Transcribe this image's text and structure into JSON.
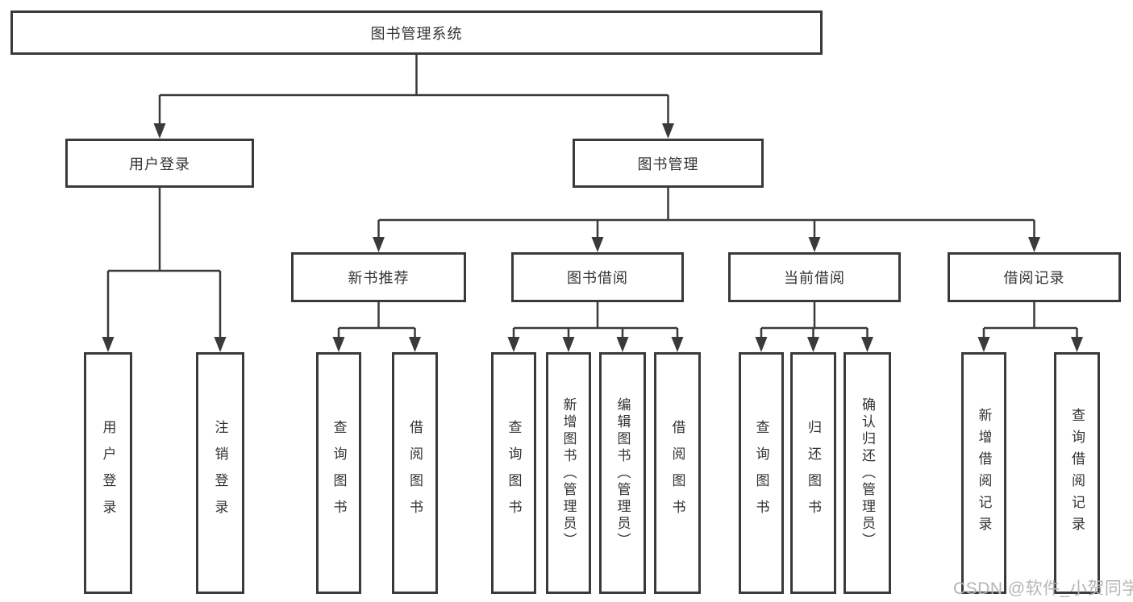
{
  "tree": {
    "label": "图书管理系统",
    "children": [
      {
        "label": "用户登录",
        "children": [
          {
            "label": "用户登录"
          },
          {
            "label": "注销登录"
          }
        ]
      },
      {
        "label": "图书管理",
        "children": [
          {
            "label": "新书推荐",
            "children": [
              {
                "label": "查询图书"
              },
              {
                "label": "借阅图书"
              }
            ]
          },
          {
            "label": "图书借阅",
            "children": [
              {
                "label": "查询图书"
              },
              {
                "label": "新增图书（管理员）"
              },
              {
                "label": "编辑图书（管理员）"
              },
              {
                "label": "借阅图书"
              }
            ]
          },
          {
            "label": "当前借阅",
            "children": [
              {
                "label": "查询图书"
              },
              {
                "label": "归还图书"
              },
              {
                "label": "确认归还（管理员）"
              }
            ]
          },
          {
            "label": "借阅记录",
            "children": [
              {
                "label": "新增借阅记录"
              },
              {
                "label": "查询借阅记录"
              }
            ]
          }
        ]
      }
    ]
  },
  "watermark": {
    "text": "CSDN @软件_小贺同学"
  },
  "colors": {
    "line": "#3a3a3a",
    "box_border": "#3a3a3a",
    "text": "#333333",
    "watermark": "#b5b5b5",
    "background": "#ffffff"
  }
}
